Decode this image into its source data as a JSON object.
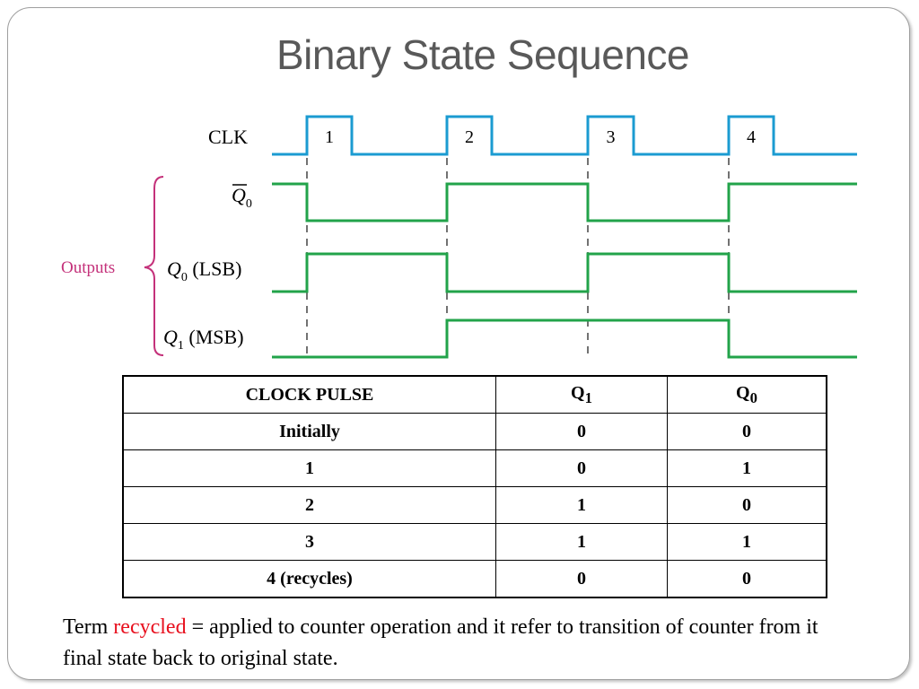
{
  "title": "Binary State Sequence",
  "colors": {
    "clk": "#1b9bd1",
    "outputs": "#22a34a",
    "outputs_label": "#c4317a",
    "highlight": "#e8101e",
    "title": "#595959"
  },
  "diagram": {
    "signals": [
      {
        "label_main": "CLK",
        "label_sub": "",
        "label_suffix": "",
        "overbar": false,
        "levels": [
          0,
          1,
          0,
          1,
          0,
          1,
          0,
          1,
          0
        ]
      },
      {
        "label_main": "Q",
        "label_sub": "0",
        "label_suffix": "",
        "overbar": true,
        "levels": [
          1,
          0,
          1,
          0,
          1
        ]
      },
      {
        "label_main": "Q",
        "label_sub": "0",
        "label_suffix": " (LSB)",
        "overbar": false,
        "levels": [
          0,
          1,
          0,
          1,
          0
        ]
      },
      {
        "label_main": "Q",
        "label_sub": "1",
        "label_suffix": " (MSB)",
        "overbar": false,
        "levels": [
          0,
          0,
          1,
          1,
          0
        ]
      }
    ],
    "pulse_labels": [
      "1",
      "2",
      "3",
      "4"
    ],
    "outputs_label": "Outputs"
  },
  "table": {
    "headers": {
      "pulse": "CLOCK PULSE",
      "q1_main": "Q",
      "q1_sub": "1",
      "q0_main": "Q",
      "q0_sub": "0"
    },
    "rows": [
      {
        "pulse": "Initially",
        "q1": "0",
        "q0": "0"
      },
      {
        "pulse": "1",
        "q1": "0",
        "q0": "1"
      },
      {
        "pulse": "2",
        "q1": "1",
        "q0": "0"
      },
      {
        "pulse": "3",
        "q1": "1",
        "q0": "1"
      },
      {
        "pulse": "4 (recycles)",
        "q1": "0",
        "q0": "0"
      }
    ]
  },
  "caption": {
    "prefix": "Term ",
    "highlight": "recycled",
    "rest": " = applied to counter operation and it refer to transition of counter from it final state back to original state."
  }
}
